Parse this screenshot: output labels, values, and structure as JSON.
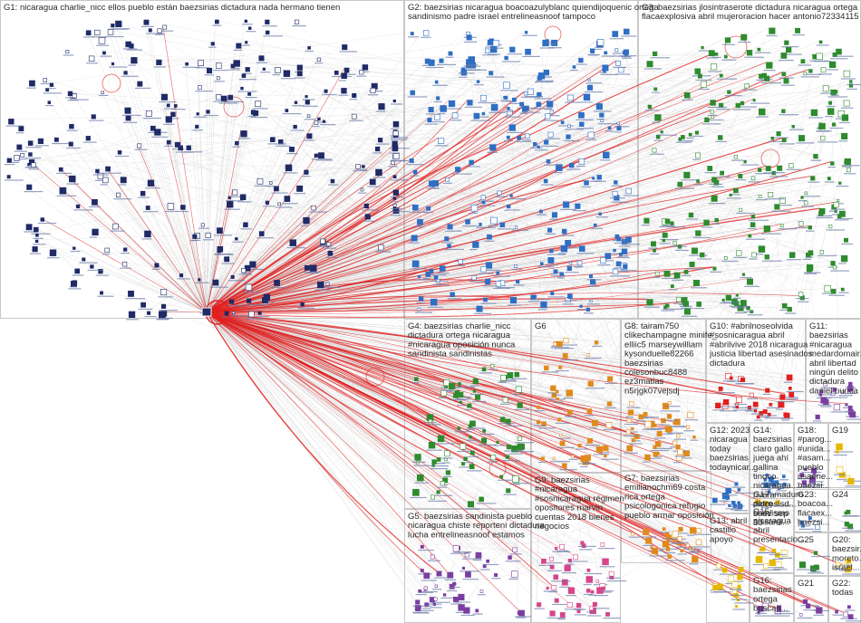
{
  "colors": {
    "background": "#ffffff",
    "panel_border": "#c8c8c8",
    "edge_gray": "#c9c9c9",
    "edge_red": "#e02020",
    "node_navy": "#1f2a66",
    "node_blue": "#2e6fc4",
    "node_green": "#2e8b2e",
    "node_orange": "#e08a1e",
    "node_purple": "#7a3ea0",
    "node_pink": "#d6458a",
    "node_yellow": "#e6b800",
    "label_text": "#2a2a2a"
  },
  "groups": [
    {
      "id": "G1",
      "lines": [
        "G1: nicaragua charlie_nicc ellos pueblo están baezsirias dictadura nada hermano tienen"
      ]
    },
    {
      "id": "G2",
      "lines": [
        "G2: baezsirias nicaragua boacoazulyblanc quiendijoquenic ortega",
        "sandinismo padre israel entrelineasnoof tampoco"
      ]
    },
    {
      "id": "G3",
      "lines": [
        "G3: baezsirias jlosintraserote dictadura nicaragua ortega",
        "flacaexplosiva abril mujeroracion hacer antonio72334115"
      ]
    },
    {
      "id": "G4",
      "lines": [
        "G4: baezsirias charlie_nicc",
        "dictadura ortega nicaragua",
        "#nicaragua oposición nunca",
        "sandinista sandinistas"
      ]
    },
    {
      "id": "G5",
      "lines": [
        "G5: baezsirias sandinista pueblo",
        "nicaragua chiste reporteni dictadura",
        "lucha entrelineasnoof estamos"
      ]
    },
    {
      "id": "G6",
      "lines": [
        "G6"
      ]
    },
    {
      "id": "G7",
      "lines": [
        "G7: baezsirias",
        "emilianochm69 costa",
        "rica ortega",
        "psicologonica refugio",
        "pueblo armar oposición"
      ]
    },
    {
      "id": "G8",
      "lines": [
        "G8: tairam750",
        "clikechampagne minife_",
        "elliic5 marseywilliam",
        "kysonduelle82266",
        "baezsirias",
        "colesonbuc8488",
        "ez3matias",
        "n5rjgk07vejsdj"
      ]
    },
    {
      "id": "G9",
      "lines": [
        "G9: baezsirias",
        "#nicaragua",
        "#sosnicaragua régimen",
        "opositores marvin",
        "cuentas 2018 bienes",
        "negocios"
      ]
    },
    {
      "id": "G10",
      "lines": [
        "G10: #abrilnoseolvida",
        "#sosnicaragua abril",
        "#abrilvive 2018 nicaragua",
        "justicia libertad asesinados",
        "dictadura"
      ]
    },
    {
      "id": "G11",
      "lines": [
        "G11:",
        "baezsirias",
        "#nicaragua",
        "medardomair...",
        "abril libertad",
        "ningún delito",
        "dictadura",
        "daniel nunca"
      ]
    },
    {
      "id": "G12",
      "lines": [
        "G12: 2023",
        "nicaragua",
        "today",
        "baezsirias",
        "todaynicar..."
      ]
    },
    {
      "id": "G13",
      "lines": [
        "G13: abril",
        "castillo",
        "apoyo"
      ]
    },
    {
      "id": "G14",
      "lines": [
        "G14:",
        "baezsirias",
        "claro gallo",
        "juega ahí",
        "gallina",
        "tinoco",
        "nicaragua...",
        "rivera",
        "diocesisd...",
        "baez sep",
        "30"
      ]
    },
    {
      "id": "G15",
      "lines": [
        "G15:",
        "nicaragua",
        "abril",
        "presentacio..."
      ]
    },
    {
      "id": "G16",
      "lines": [
        "G16:",
        "baezsirias",
        "ortega",
        "buscan..."
      ]
    },
    {
      "id": "G17",
      "lines": [
        "G17: maduro",
        "petro",
        "chavismo",
        "aissami..."
      ]
    },
    {
      "id": "G18",
      "lines": [
        "G18:",
        "#parog...",
        "#unida...",
        "#asam...",
        "pueblo",
        "usaene...",
        "baezsi..."
      ]
    },
    {
      "id": "G19",
      "lines": [
        "G19"
      ]
    },
    {
      "id": "G20",
      "lines": [
        "G20:",
        "baezsir...",
        "moreto...",
        "israel..."
      ]
    },
    {
      "id": "G21",
      "lines": [
        "G21"
      ]
    },
    {
      "id": "G22",
      "lines": [
        "G22:",
        "todas"
      ]
    },
    {
      "id": "G23",
      "lines": [
        "G23:",
        "boacoa...",
        "flacaex...",
        "baezsi..."
      ]
    },
    {
      "id": "G24",
      "lines": [
        "G24"
      ]
    },
    {
      "id": "G25",
      "lines": [
        "G25"
      ]
    }
  ]
}
